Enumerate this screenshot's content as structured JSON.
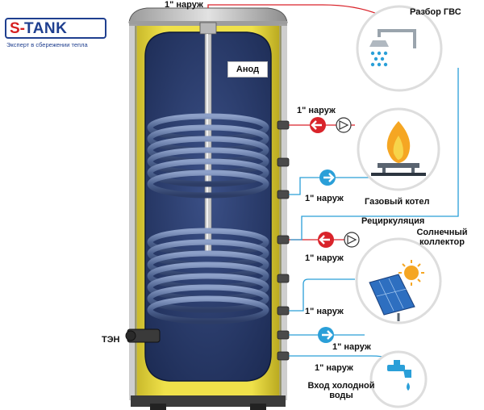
{
  "logo": {
    "brand_s": "S-",
    "brand_rest": "TANK",
    "tagline": "Эксперт в сбережении тепла"
  },
  "labels": {
    "top_outlet": "1\" наруж",
    "hot_water": "Разбор ГВС",
    "anode": "Анод",
    "gas_upper": "1\" наруж",
    "gas_lower": "1\" наруж",
    "gas_boiler": "Газовый котел",
    "recirculation": "Рециркуляция",
    "solar_collector": "Солнечный коллектор",
    "solar_upper": "1\" наруж",
    "solar_lower": "1\" наруж",
    "cold_upper": "1\" наруж",
    "cold_lower": "1\" наруж",
    "heater": "ТЭН",
    "cold_water_inlet": "Вход холодной воды"
  },
  "icons": {
    "shower": "shower-icon",
    "gas_flame": "gas-flame-icon",
    "solar_panel": "solar-panel-icon",
    "water_tap": "water-tap-icon"
  },
  "colors": {
    "tank_shell": "#e6d936",
    "tank_inner": "#2c3f70",
    "coil": "#4a5f8f",
    "hot_line": "#d9232a",
    "cold_line": "#2a9fd8",
    "hot_arrow": "#d9232a",
    "cold_arrow": "#2a9fd8",
    "circle_border": "#dddddd"
  }
}
